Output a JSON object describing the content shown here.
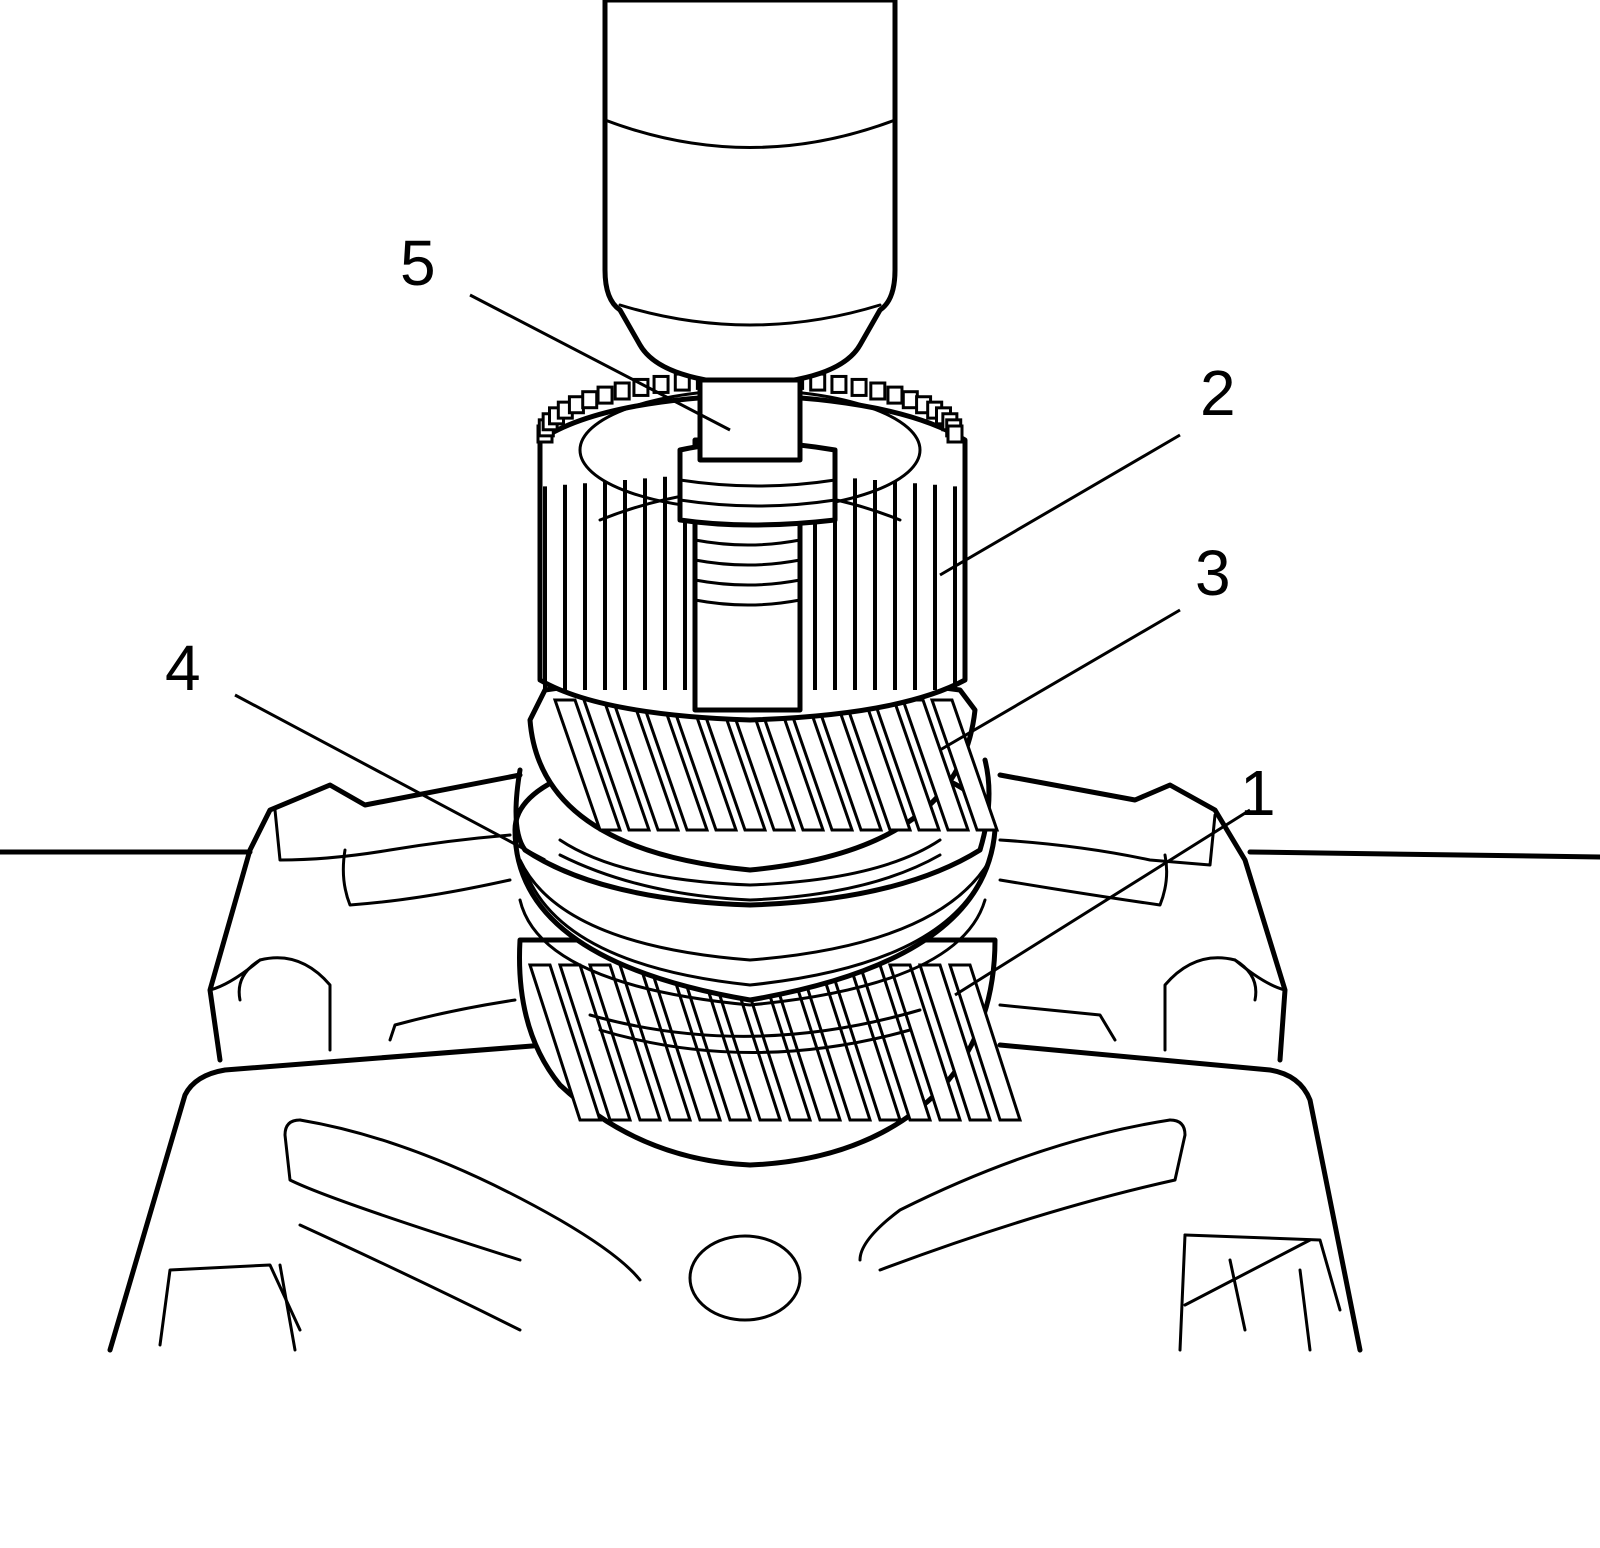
{
  "callouts": [
    {
      "id": "5",
      "label": "5"
    },
    {
      "id": "2",
      "label": "2"
    },
    {
      "id": "3",
      "label": "3"
    },
    {
      "id": "4",
      "label": "4"
    },
    {
      "id": "1",
      "label": "1"
    }
  ],
  "colors": {
    "line": "#000000",
    "background": "#ffffff"
  }
}
